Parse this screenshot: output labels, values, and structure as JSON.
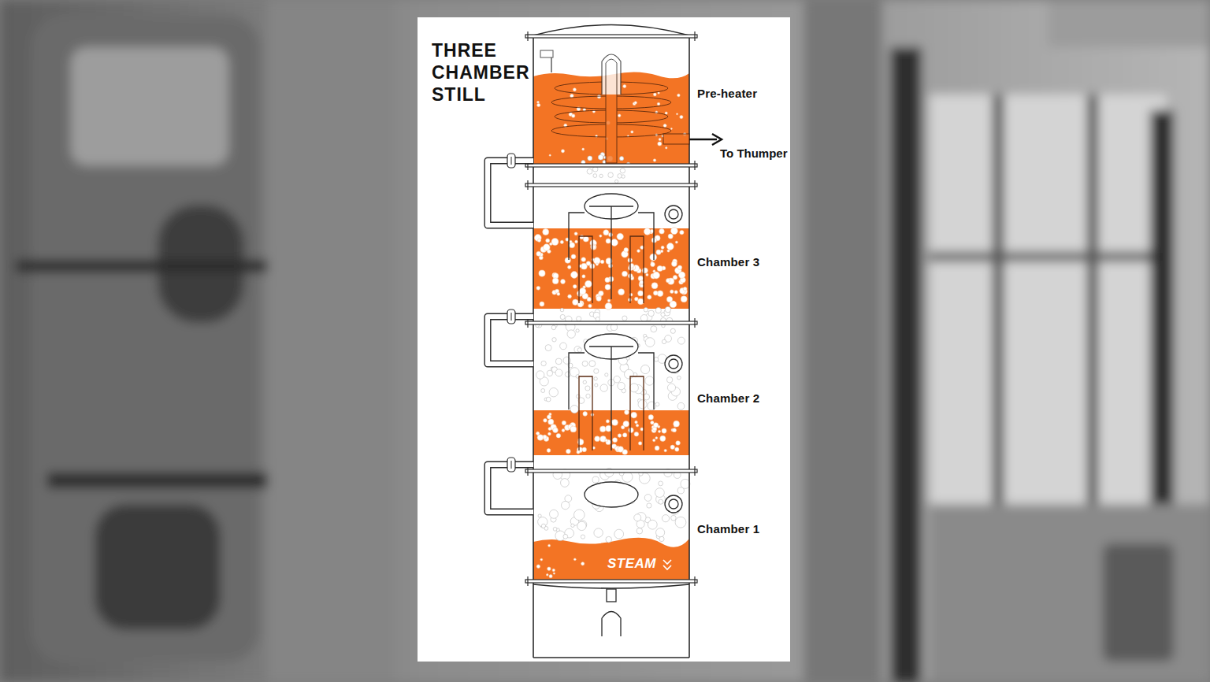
{
  "diagram": {
    "title": "THREE CHAMBER STILL",
    "nodes": [
      {
        "text": [
          "Pre-heater"
        ]
      },
      {
        "text": [
          "Chamber 3"
        ]
      },
      {
        "text": [
          "Chamber 2"
        ]
      },
      {
        "text": [
          "Chamber 1"
        ]
      }
    ],
    "edges": [
      {
        "from": 0,
        "to": 1,
        "arrow": "none"
      },
      {
        "from": 1,
        "to": 2,
        "arrow": "none"
      },
      {
        "from": 2,
        "to": 3,
        "arrow": "none"
      }
    ],
    "labels": [
      "To Thumper",
      "STEAM"
    ]
  }
}
